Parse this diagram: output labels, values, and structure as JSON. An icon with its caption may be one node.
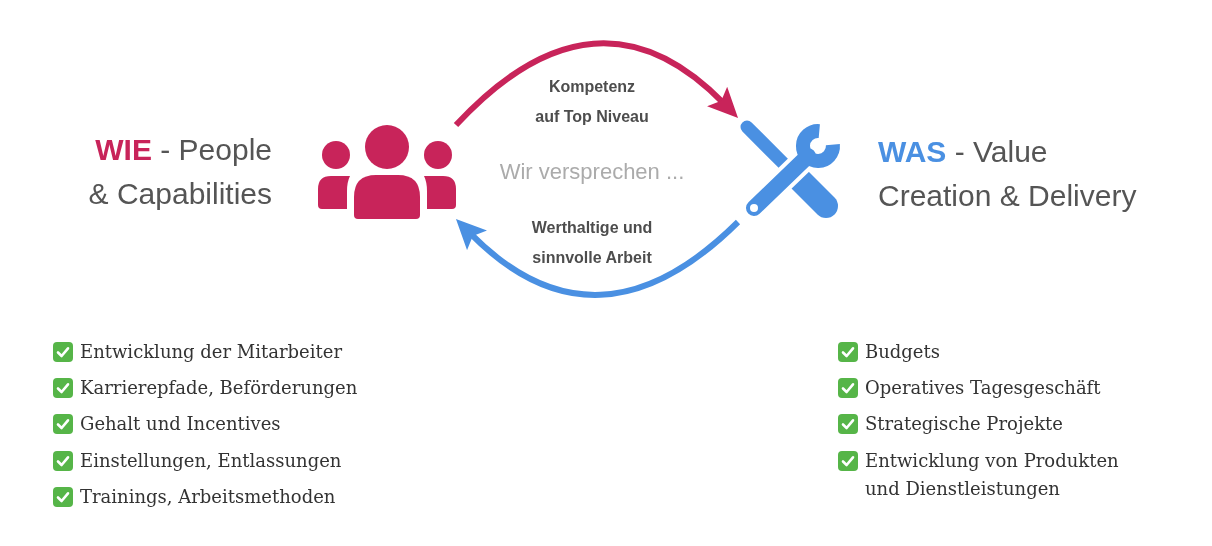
{
  "diagram": {
    "nodes": [
      {
        "text": [],
        "shape": "person",
        "beside": [
          "WIE - People & Capabilities"
        ]
      },
      {
        "text": [],
        "shape": "picture",
        "beside": [
          "WAS - Value Creation & Delivery"
        ]
      }
    ],
    "edges": [
      {
        "from": 0,
        "to": 1,
        "arrow": "to",
        "label": "Kompetenz auf Top Niveau",
        "color": "#c8245a"
      },
      {
        "from": 1,
        "to": 0,
        "arrow": "to",
        "label": "Werthaltige und sinnvolle Arbeit",
        "color": "#4a90e2"
      }
    ],
    "labels": [
      "Wir versprechen ...",
      "Entwicklung der Mitarbeiter",
      "Karrierepfade, Beförderungen",
      "Gehalt und Incentives",
      "Einstellungen, Entlassungen",
      "Trainings, Arbeitsmethoden",
      "Budgets",
      "Operatives Tagesgeschäft",
      "Strategische Projekte",
      "Entwicklung von Produkten und Dienstleistungen"
    ]
  }
}
